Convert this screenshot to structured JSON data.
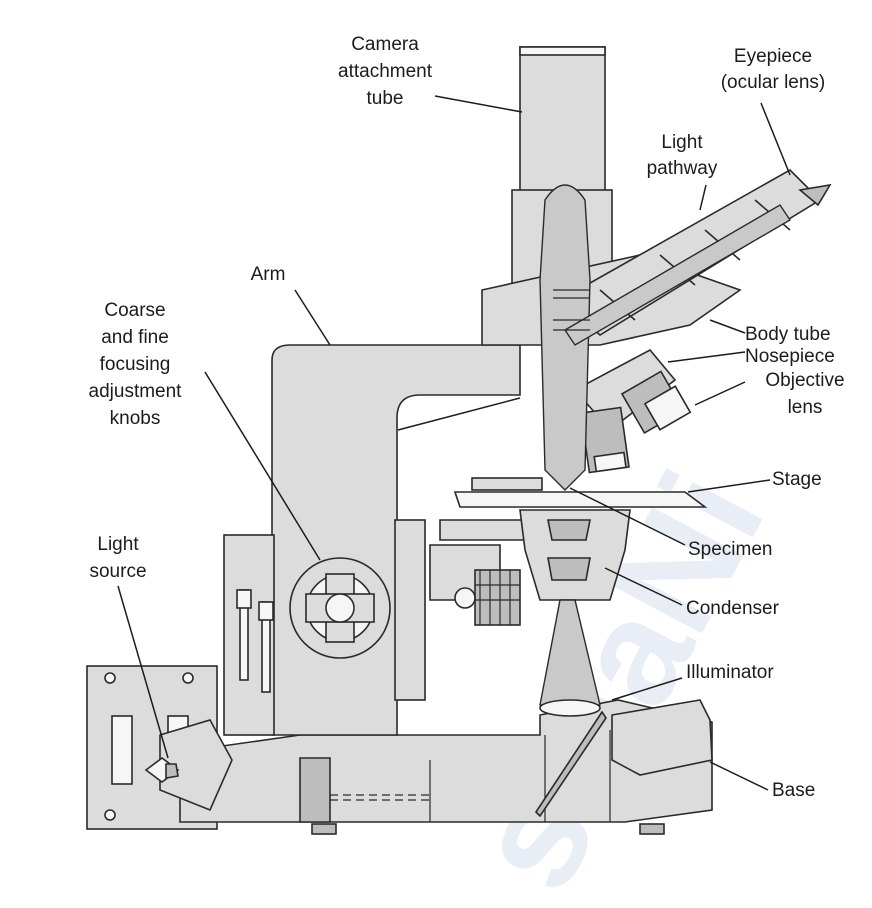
{
  "diagram": {
    "labels": {
      "camera": [
        "Camera",
        "attachment",
        "tube"
      ],
      "eyepiece": [
        "Eyepiece",
        "(ocular lens)"
      ],
      "light_pathway": [
        "Light",
        "pathway"
      ],
      "arm": [
        "Arm"
      ],
      "focus_knobs": [
        "Coarse",
        "and fine",
        "focusing",
        "adjustment",
        "knobs"
      ],
      "body_tube": [
        "Body tube"
      ],
      "nosepiece": [
        "Nosepiece"
      ],
      "objective": [
        "Objective",
        "lens"
      ],
      "stage": [
        "Stage"
      ],
      "light_source": [
        "Light",
        "source"
      ],
      "specimen": [
        "Specimen"
      ],
      "condenser": [
        "Condenser"
      ],
      "illuminator": [
        "Illuminator"
      ],
      "base": [
        "Base"
      ]
    },
    "watermark": "salaNi"
  }
}
